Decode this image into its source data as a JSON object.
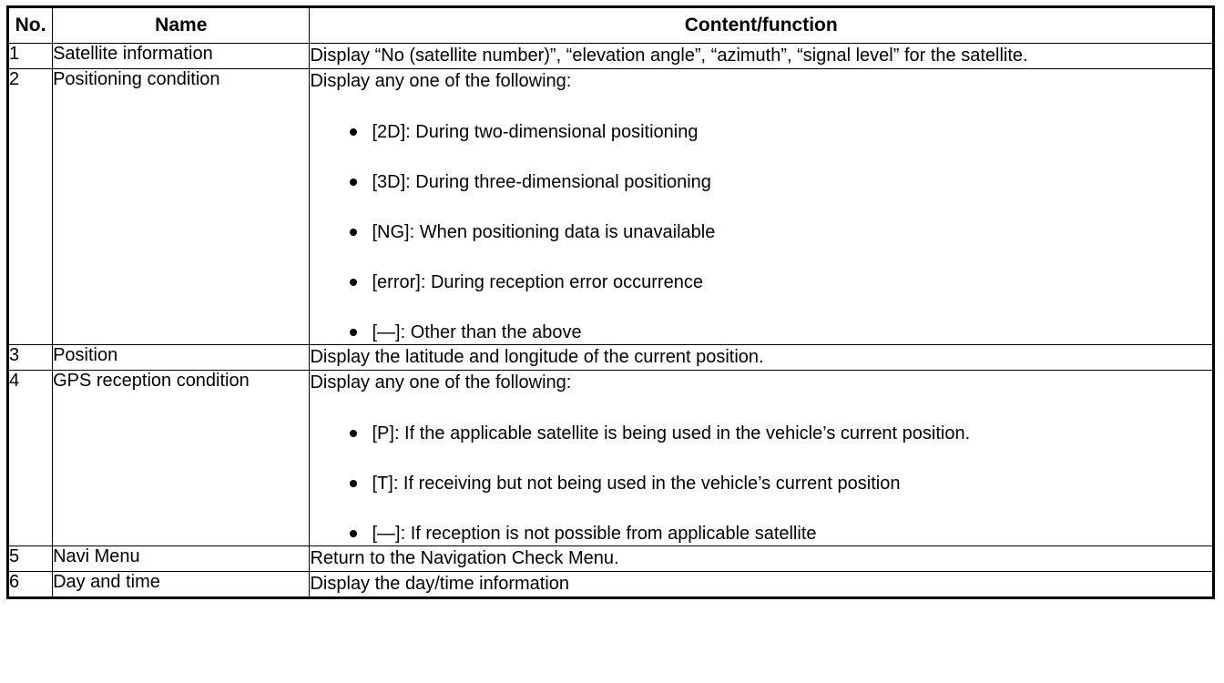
{
  "table": {
    "columns": [
      {
        "key": "no",
        "label": "No."
      },
      {
        "key": "name",
        "label": "Name"
      },
      {
        "key": "desc",
        "label": "Content/function"
      }
    ],
    "rows": [
      {
        "no": "1",
        "name": "Satellite information",
        "desc_lead": "Display “No (satellite number)”, “elevation angle”, “azimuth”, “signal level” for the satellite.",
        "bullets": []
      },
      {
        "no": "2",
        "name": "Positioning condition",
        "desc_lead": "Display any one of the following:",
        "bullets": [
          "[2D]: During two-dimensional positioning",
          "[3D]: During three-dimensional positioning",
          "[NG]: When positioning data is unavailable",
          "[error]: During reception error occurrence",
          "[—]: Other than the above"
        ]
      },
      {
        "no": "3",
        "name": "Position",
        "desc_lead": "Display the latitude and longitude of the current position.",
        "bullets": []
      },
      {
        "no": "4",
        "name": "GPS reception condition",
        "desc_lead": "Display any one of the following:",
        "bullets": [
          "[P]: If the applicable satellite is being used in the vehicle’s current position.",
          "[T]: If receiving but not being used in the vehicle’s current position",
          "[—]: If reception is not possible from applicable satellite"
        ]
      },
      {
        "no": "5",
        "name": "Navi Menu",
        "desc_lead": "Return to the Navigation Check Menu.",
        "bullets": []
      },
      {
        "no": "6",
        "name": "Day and time",
        "desc_lead": "Display the day/time information",
        "bullets": []
      }
    ]
  },
  "colors": {
    "border": "#000000",
    "text": "#000000",
    "background": "#ffffff"
  }
}
